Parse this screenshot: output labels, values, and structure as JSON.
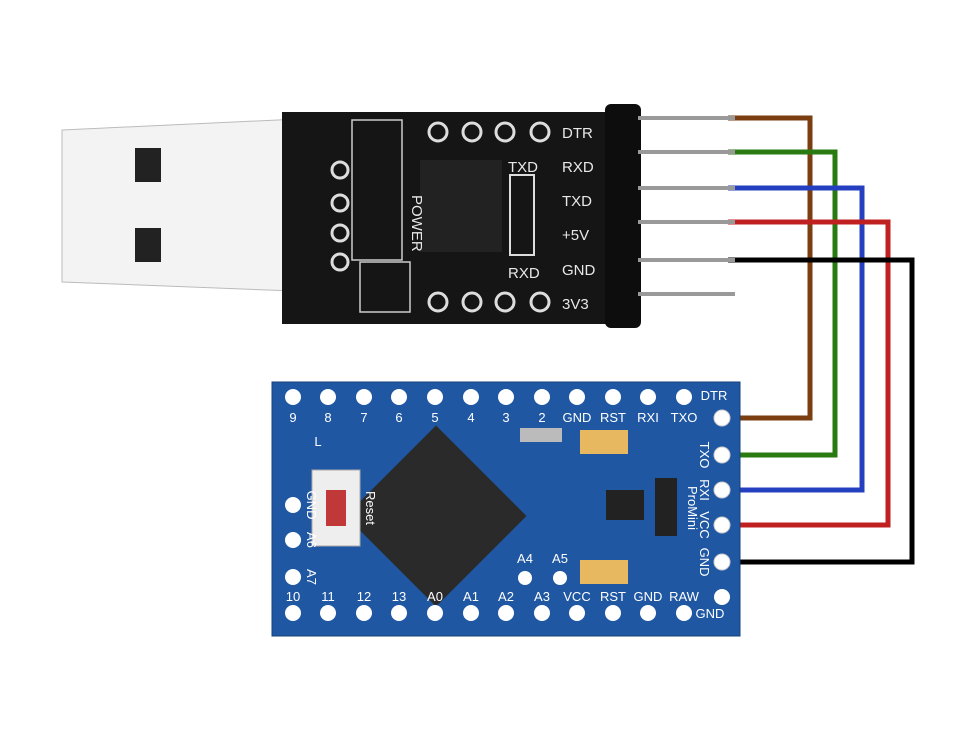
{
  "usb_module": {
    "pin_labels": [
      "DTR",
      "RXD",
      "TXD",
      "+5V",
      "GND",
      "3V3"
    ],
    "led_labels": {
      "tx": "TXD",
      "rx": "RXD",
      "power": "POWER"
    },
    "colors": {
      "pcb": "#151515",
      "plug": "#f2f2f2"
    }
  },
  "pro_mini": {
    "top_pins": [
      "9",
      "8",
      "7",
      "6",
      "5",
      "4",
      "3",
      "2",
      "GND",
      "RST",
      "RXI",
      "TXO"
    ],
    "bottom_pins": [
      "10",
      "11",
      "12",
      "13",
      "A0",
      "A1",
      "A2",
      "A3",
      "VCC",
      "RST",
      "GND",
      "RAW"
    ],
    "right_pins": [
      "DTR",
      "TXO",
      "RXI",
      "VCC",
      "GND"
    ],
    "right_extra": "GND",
    "left_pins": [
      "GND",
      "A6",
      "A7"
    ],
    "inner_pins": [
      "A4",
      "A5"
    ],
    "reset_label": "Reset",
    "board_label": "ProMini",
    "led_label": "L",
    "colors": {
      "pcb": "#1f57a3"
    }
  },
  "wires": [
    {
      "from": "DTR",
      "to": "DTR",
      "color": "#7a3e10"
    },
    {
      "from": "RXD",
      "to": "TXO",
      "color": "#2a7a12"
    },
    {
      "from": "TXD",
      "to": "RXI",
      "color": "#2440c0"
    },
    {
      "from": "+5V",
      "to": "VCC",
      "color": "#c02020"
    },
    {
      "from": "GND",
      "to": "GND",
      "color": "#000000"
    }
  ]
}
